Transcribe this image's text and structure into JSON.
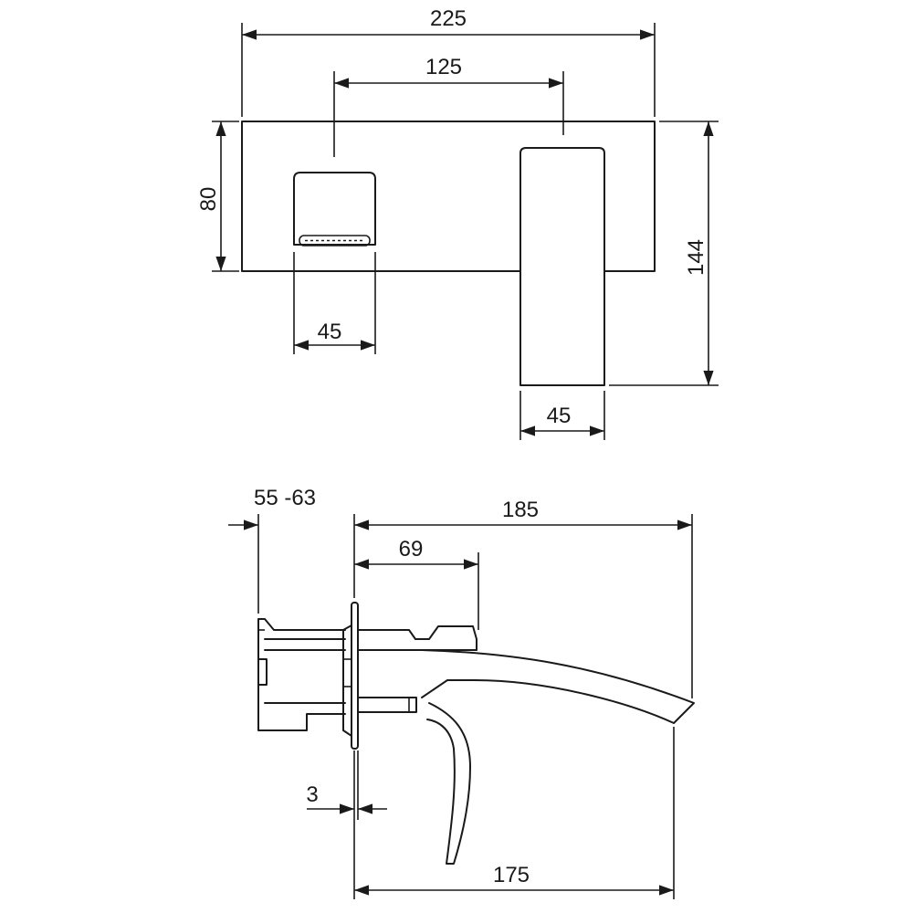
{
  "dimensions": {
    "plate_width": "225",
    "center_distance": "125",
    "plate_height": "80",
    "overall_height": "144",
    "outlet_width": "45",
    "handle_width": "45",
    "wall_depth_range": "55 -63",
    "spout_projection": "185",
    "body_projection": "69",
    "plate_thickness": "3",
    "spout_outlet_projection": "175"
  }
}
